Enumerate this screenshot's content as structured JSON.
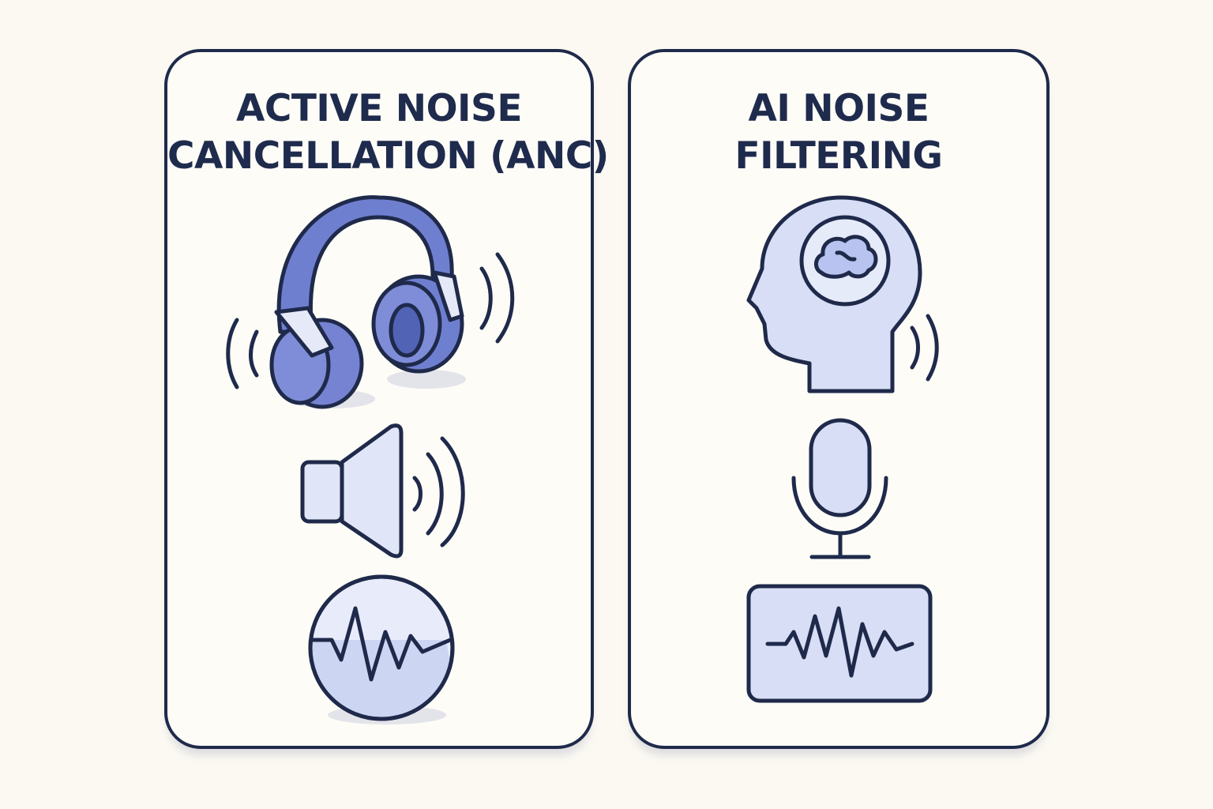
{
  "left_panel": {
    "title_line1": "ACTIVE NOISE",
    "title_line2": "CANCELLATION (ANC)",
    "icons": [
      "headphones-icon",
      "speaker-icon",
      "waveform-circle-icon"
    ]
  },
  "right_panel": {
    "title_line1": "AI NOISE",
    "title_line2": "FILTERING",
    "icons": [
      "head-brain-icon",
      "microphone-icon",
      "waveform-screen-icon"
    ]
  },
  "colors": {
    "outline": "#1f2a4b",
    "accent": "#6f7fd0",
    "light_fill": "#d7def5",
    "background": "#fbf9f2"
  }
}
